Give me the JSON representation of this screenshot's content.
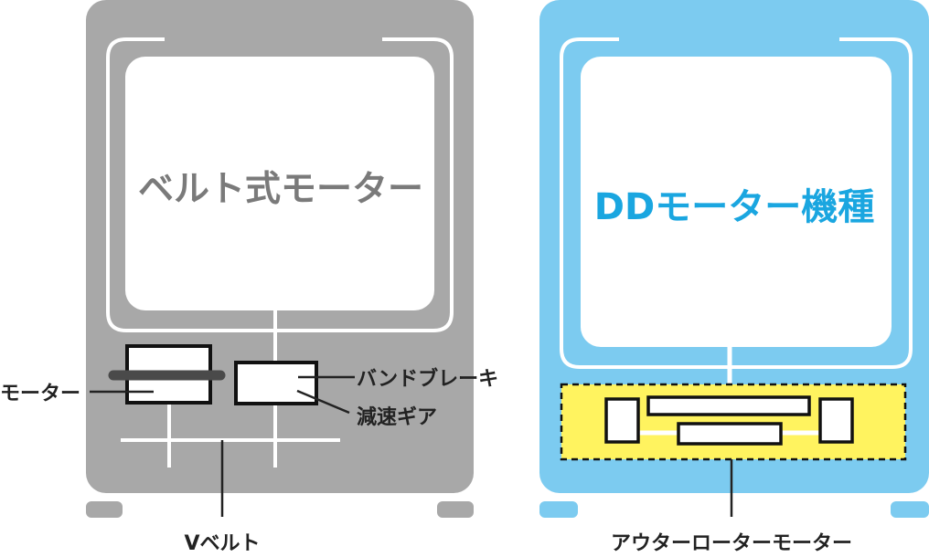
{
  "left_machine": {
    "title": "ベルト式モーター",
    "labels": {
      "motor": "モーター",
      "band_brake": "バンドブレーキ",
      "reduction_gear": "減速ギア",
      "v_belt": "Vベルト"
    }
  },
  "right_machine": {
    "title": "DDモーター機種",
    "labels": {
      "outer_rotor_motor": "アウターローターモーター"
    }
  },
  "colors": {
    "left_body": "#a8a8a8",
    "left_title": "#7a7a7a",
    "right_body": "#7ccbf0",
    "right_title": "#1aa6e0",
    "motor_highlight": "#fff35f",
    "ink": "#222222"
  }
}
